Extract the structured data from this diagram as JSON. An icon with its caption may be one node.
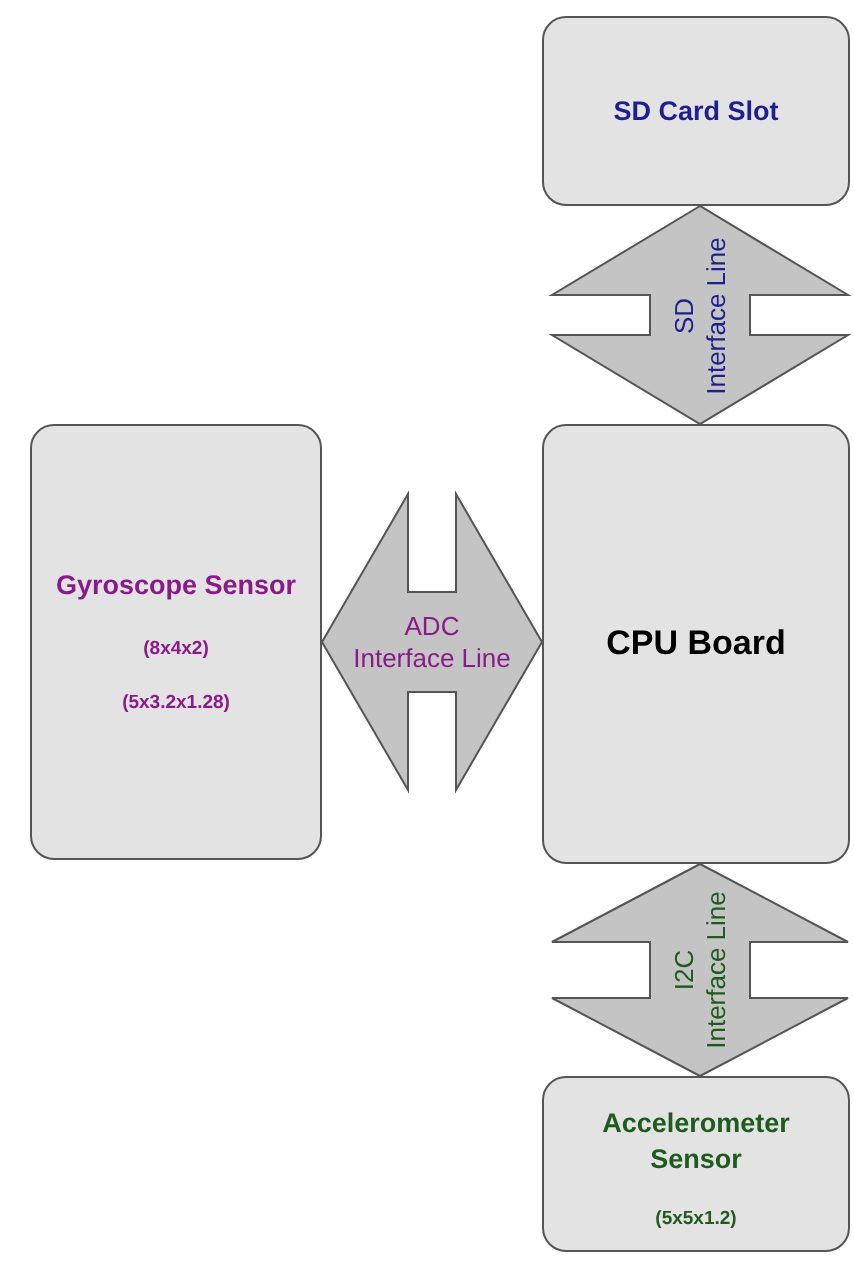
{
  "diagram": {
    "nodes": [
      {
        "text": [
          "SD Card Slot"
        ]
      },
      {
        "text": [
          "Gyroscope Sensor",
          "(8x4x2)",
          "(5x3.2x1.28)"
        ]
      },
      {
        "text": [
          "CPU Board"
        ]
      },
      {
        "text": [
          "Accelerometer Sensor",
          "(5x5x1.2)"
        ]
      }
    ],
    "edges": [
      {
        "from": 0,
        "to": 2,
        "arrow": "both",
        "label": "SD Interface Line"
      },
      {
        "from": 1,
        "to": 2,
        "arrow": "both",
        "label": "ADC Interface Line"
      },
      {
        "from": 2,
        "to": 3,
        "arrow": "both",
        "label": "I2C Interface Line"
      }
    ]
  }
}
